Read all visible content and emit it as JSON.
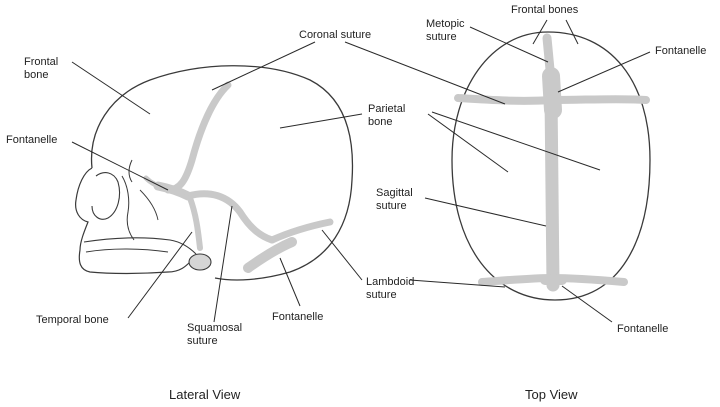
{
  "colors": {
    "outline": "#3a3a3a",
    "suture": "#c9c9c9",
    "leader": "#2a2a2a",
    "text": "#222222",
    "background": "#ffffff"
  },
  "labels": {
    "frontal_bone": "Frontal\nbone",
    "fontanelle_left": "Fontanelle",
    "temporal_bone": "Temporal bone",
    "squamosal_suture": "Squamosal\nsuture",
    "fontanelle_lateral_bottom": "Fontanelle",
    "coronal_suture": "Coronal suture",
    "parietal_bone": "Parietal\nbone",
    "sagittal_suture": "Sagittal\nsuture",
    "lambdoid_suture": "Lambdoid\nsuture",
    "metopic_suture": "Metopic\nsuture",
    "frontal_bones": "Frontal bones",
    "fontanelle_top_right": "Fontanelle",
    "fontanelle_top_bottom": "Fontanelle"
  },
  "captions": {
    "lateral_view": "Lateral View",
    "top_view": "Top View"
  }
}
